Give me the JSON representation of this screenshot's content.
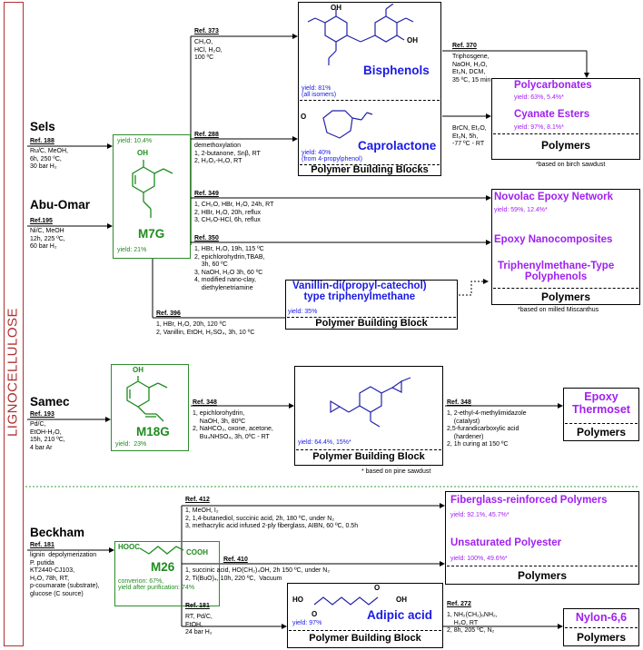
{
  "side_label": "LIGNOCELLULOSE",
  "sels": {
    "name": "Sels",
    "ref": "Ref. 188",
    "cond": "Ru/C, MeOH,\n6h, 250 ºC,\n30 bar H₂"
  },
  "abu": {
    "name": "Abu-Omar",
    "ref": "Ref.195",
    "cond": "Ni/C, MeOH\n12h, 225 ºC,\n60 bar H₂"
  },
  "m7g": {
    "label": "M7G",
    "yield_top": "yield: 10.4%",
    "yield_bottom": "yield: 21%"
  },
  "r373": {
    "ref": "Ref. 373",
    "cond": "CH₂O,\nHCl, H₂O,\n100 ºC"
  },
  "r288": {
    "ref": "Ref. 288",
    "cond": "demethoxylation\n1, 2-butanone, Snβ, RT\n2, H₂O₂-H₂O, RT"
  },
  "bisphenols": {
    "name": "Bisphenols",
    "yield": "yield: 81%\n(all isomers)"
  },
  "caprolactone": {
    "name": "Caprolactone",
    "yield": "yield: 40%\n(from 4-propylphenol)"
  },
  "pbb1": {
    "title": "Polymer Building Blocks"
  },
  "r370": {
    "ref": "Ref. 370",
    "cond1": "Triphosgene,\nNaOH, H₂O,\nEt₃N, DCM,\n35 ºC, 15 min",
    "cond2": "BrCN, Et₂O,\nEt₃N, 5h,\n-77 ºC - RT"
  },
  "poly1": {
    "polycarbonates": "Polycarbonates",
    "polycarbonates_yield": "yield: 63%, 5.4%*",
    "cyanate": "Cyanate Esters",
    "cyanate_yield": "yield: 97%, 8.1%*",
    "title": "Polymers",
    "note": "*based on birch sawdust"
  },
  "r349": {
    "ref": "Ref. 349",
    "cond": "1, CH₂O, HBr, H₂O, 24h, RT\n2, HBr, H₂O, 20h, reflux\n3, CH₂O-HCl, 6h, reflux"
  },
  "r350": {
    "ref": "Ref. 350",
    "cond": "1, HBr, H₂O, 19h, 115 ºC\n2, epichlorohydrin,TBAB,\n    3h, 60 ºC\n3, NaOH, H₂O 3h, 60 ºC\n4, modified nano-clay,\n    diethylenetriamine"
  },
  "r396": {
    "ref": "Ref. 396",
    "cond": "1, HBr, H₂O, 20h, 120 ºC\n2, Vanillin, EtOH, H₂SO₄, 3h, 10 ºC"
  },
  "vanillin": {
    "name": "Vanillin-di(propyl-catechol)\ntype triphenylmethane",
    "yield": "yield: 35%",
    "title": "Polymer Building Block"
  },
  "poly2": {
    "novolac": "Novolac Epoxy Network",
    "novolac_yield": "yield: 59%, 12.4%*",
    "epoxy_nano": "Epoxy Nanocomposites",
    "triphenyl": "Triphenylmethane-Type\nPolyphenols",
    "title": "Polymers",
    "note": "*based on milled Miscanthus"
  },
  "samec": {
    "name": "Samec",
    "ref": "Ref. 193",
    "cond": "Pd/C,\nEtOH-H₂O,\n15h, 210 ºC,\n4 bar Ar"
  },
  "m18g": {
    "label": "M18G",
    "yield": "yield:  23%"
  },
  "r348a": {
    "ref": "Ref. 348",
    "cond": "1, epichlorohydrin,\n    NaOH, 3h, 80ºC\n2, NaHCO₃, oxone, acetone,\n    Bu₄NHSO₄, 3h, 0ºC - RT"
  },
  "epoxide": {
    "yield": "yield: 64.4%, 15%*",
    "title": "Polymer Building Block",
    "note": "* based on pine sawdust"
  },
  "r348b": {
    "ref": "Ref. 348",
    "cond": "1, 2-ethyl-4-methylimidazole\n    (catalyst)\n2,5-furandicarboxylic acid\n    (hardener)\n2, 1h curing at 150 ºC"
  },
  "poly3": {
    "name": "Epoxy\nThermoset",
    "title": "Polymers"
  },
  "beckham": {
    "name": "Beckham",
    "ref": "Ref. 181",
    "cond": "lignin  depolymerization\nP. putida\nKT2440-CJ103,\nH₂O, 78h, RT,\np-coumarate (substrate),\nglucose (C source)"
  },
  "m26": {
    "label": "M26",
    "hooc": "HOOC",
    "cooh": "COOH",
    "yield": "converion: 67%,\nyield after purification: 74%"
  },
  "r412": {
    "ref": "Ref. 412",
    "cond": "1, MeOH, I₂\n2, 1,4-butanediol, succinic acid, 2h, 180 ºC, under N₂\n3, methacrylic acid infused 2-ply fiberglass, AIBN, 60 ºC, 0.5h"
  },
  "r410": {
    "ref": "Ref. 410",
    "cond": "1, succinic acid, HO(CH₂)₄OH, 2h 150 ºC, under N₂\n2, Ti(BuO)₄, 10h, 220 ºC,  Vacuum"
  },
  "r181b": {
    "ref": "Ref. 181",
    "cond": "RT, Pd/C,\nEtOH,\n24 bar H₂"
  },
  "poly4": {
    "fiberglass": "Fiberglass-reinforced Polymers",
    "fiberglass_yield": "yield: 92.1%, 45.7%*",
    "unsat": "Unsaturated Polyester",
    "unsat_yield": "yield: 100%, 49.6%*",
    "title": "Polymers"
  },
  "adipic": {
    "name": "Adipic acid",
    "yield": "yield: 97%",
    "title": "Polymer Building Block",
    "ho": "HO",
    "oh": "OH",
    "o": "O"
  },
  "r272": {
    "ref": "Ref. 272",
    "cond": "1, NH₂(CH₂)₆NH₂,\n    H₂O, RT\n2, 8h, 205 ºC, N₂"
  },
  "poly5": {
    "name": "Nylon-6,6",
    "title": "Polymers"
  },
  "chem": {
    "oh": "OH",
    "o": "O"
  }
}
